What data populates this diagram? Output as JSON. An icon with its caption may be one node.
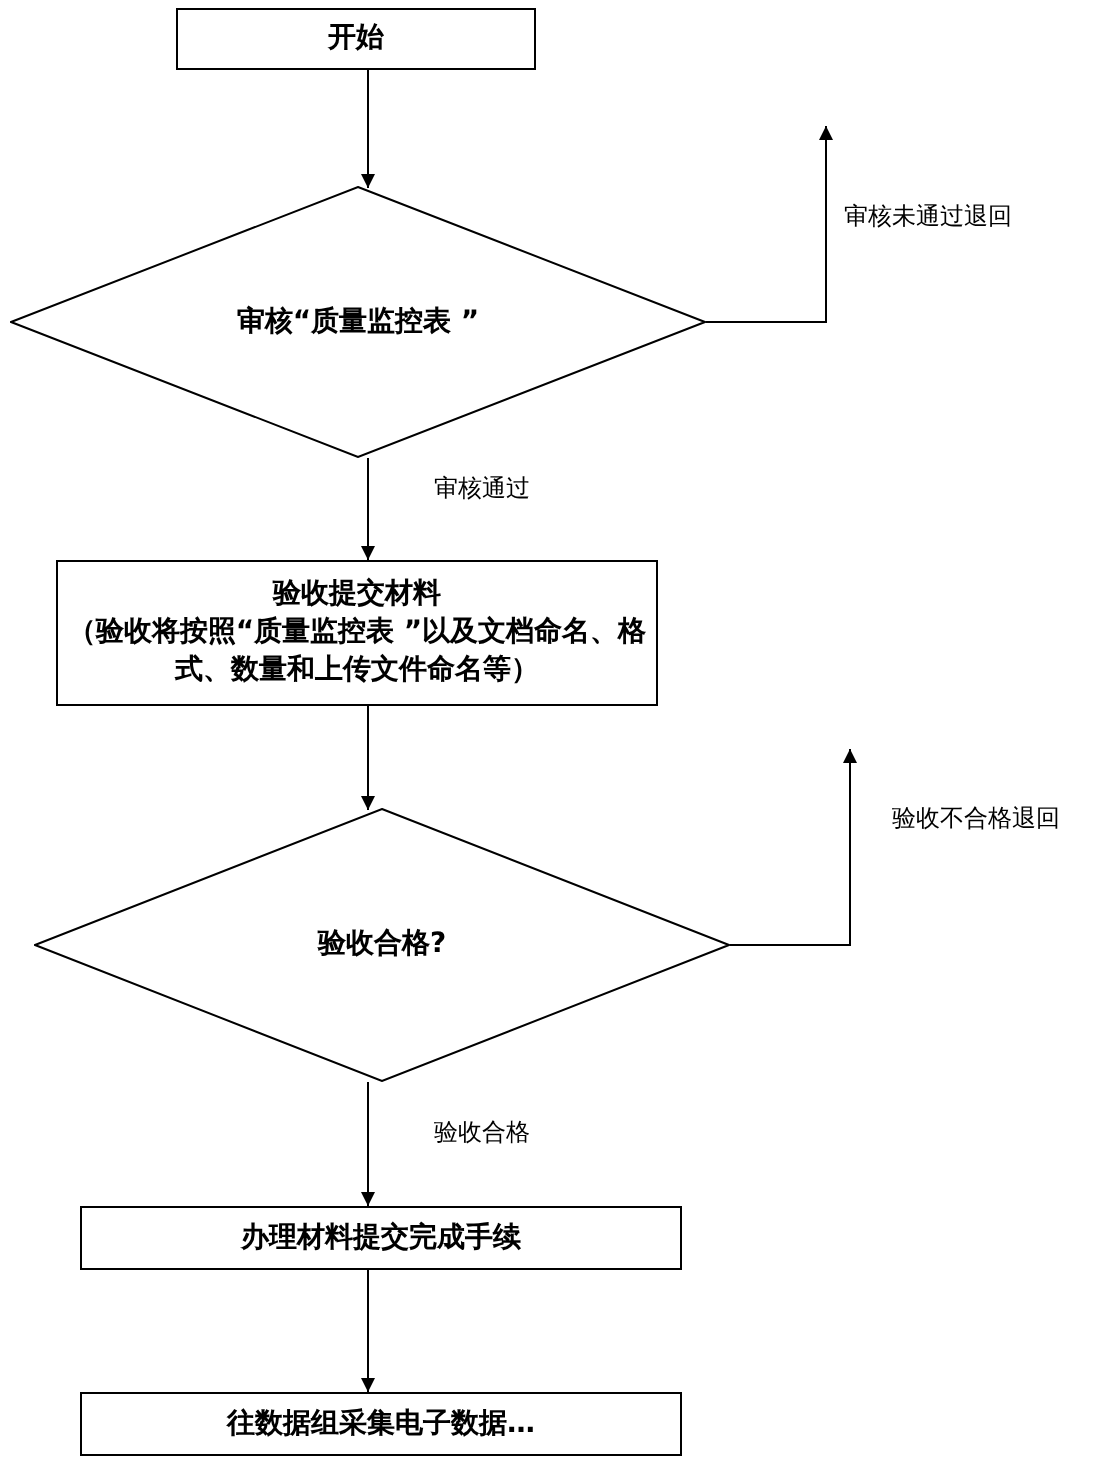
{
  "diagram": {
    "nodes": [
      {
        "text": [
          "开始"
        ]
      },
      {
        "text": [
          "审核“质量监控表 ”"
        ]
      },
      {
        "text": [
          "验收提交材料",
          "（验收将按照“质量监控表 ”以及文档命名、格式、数量和上传文件命名等）"
        ]
      },
      {
        "text": [
          "验收合格?"
        ]
      },
      {
        "text": [
          "办理材料提交完成手续"
        ]
      },
      {
        "text": [
          "往数据组采集电子数据…"
        ]
      }
    ],
    "edges": [
      {
        "from": 0,
        "to": 1,
        "arrow": "to"
      },
      {
        "from": 1,
        "to": null,
        "arrow": "to",
        "label": "审核未通过退回"
      },
      {
        "from": 1,
        "to": 2,
        "arrow": "to",
        "label": "审核通过"
      },
      {
        "from": 2,
        "to": 3,
        "arrow": "to"
      },
      {
        "from": 3,
        "to": null,
        "arrow": "to",
        "label": "验收不合格退回"
      },
      {
        "from": 3,
        "to": 4,
        "arrow": "to",
        "label": "验收合格"
      },
      {
        "from": 4,
        "to": 5,
        "arrow": "to"
      }
    ]
  }
}
